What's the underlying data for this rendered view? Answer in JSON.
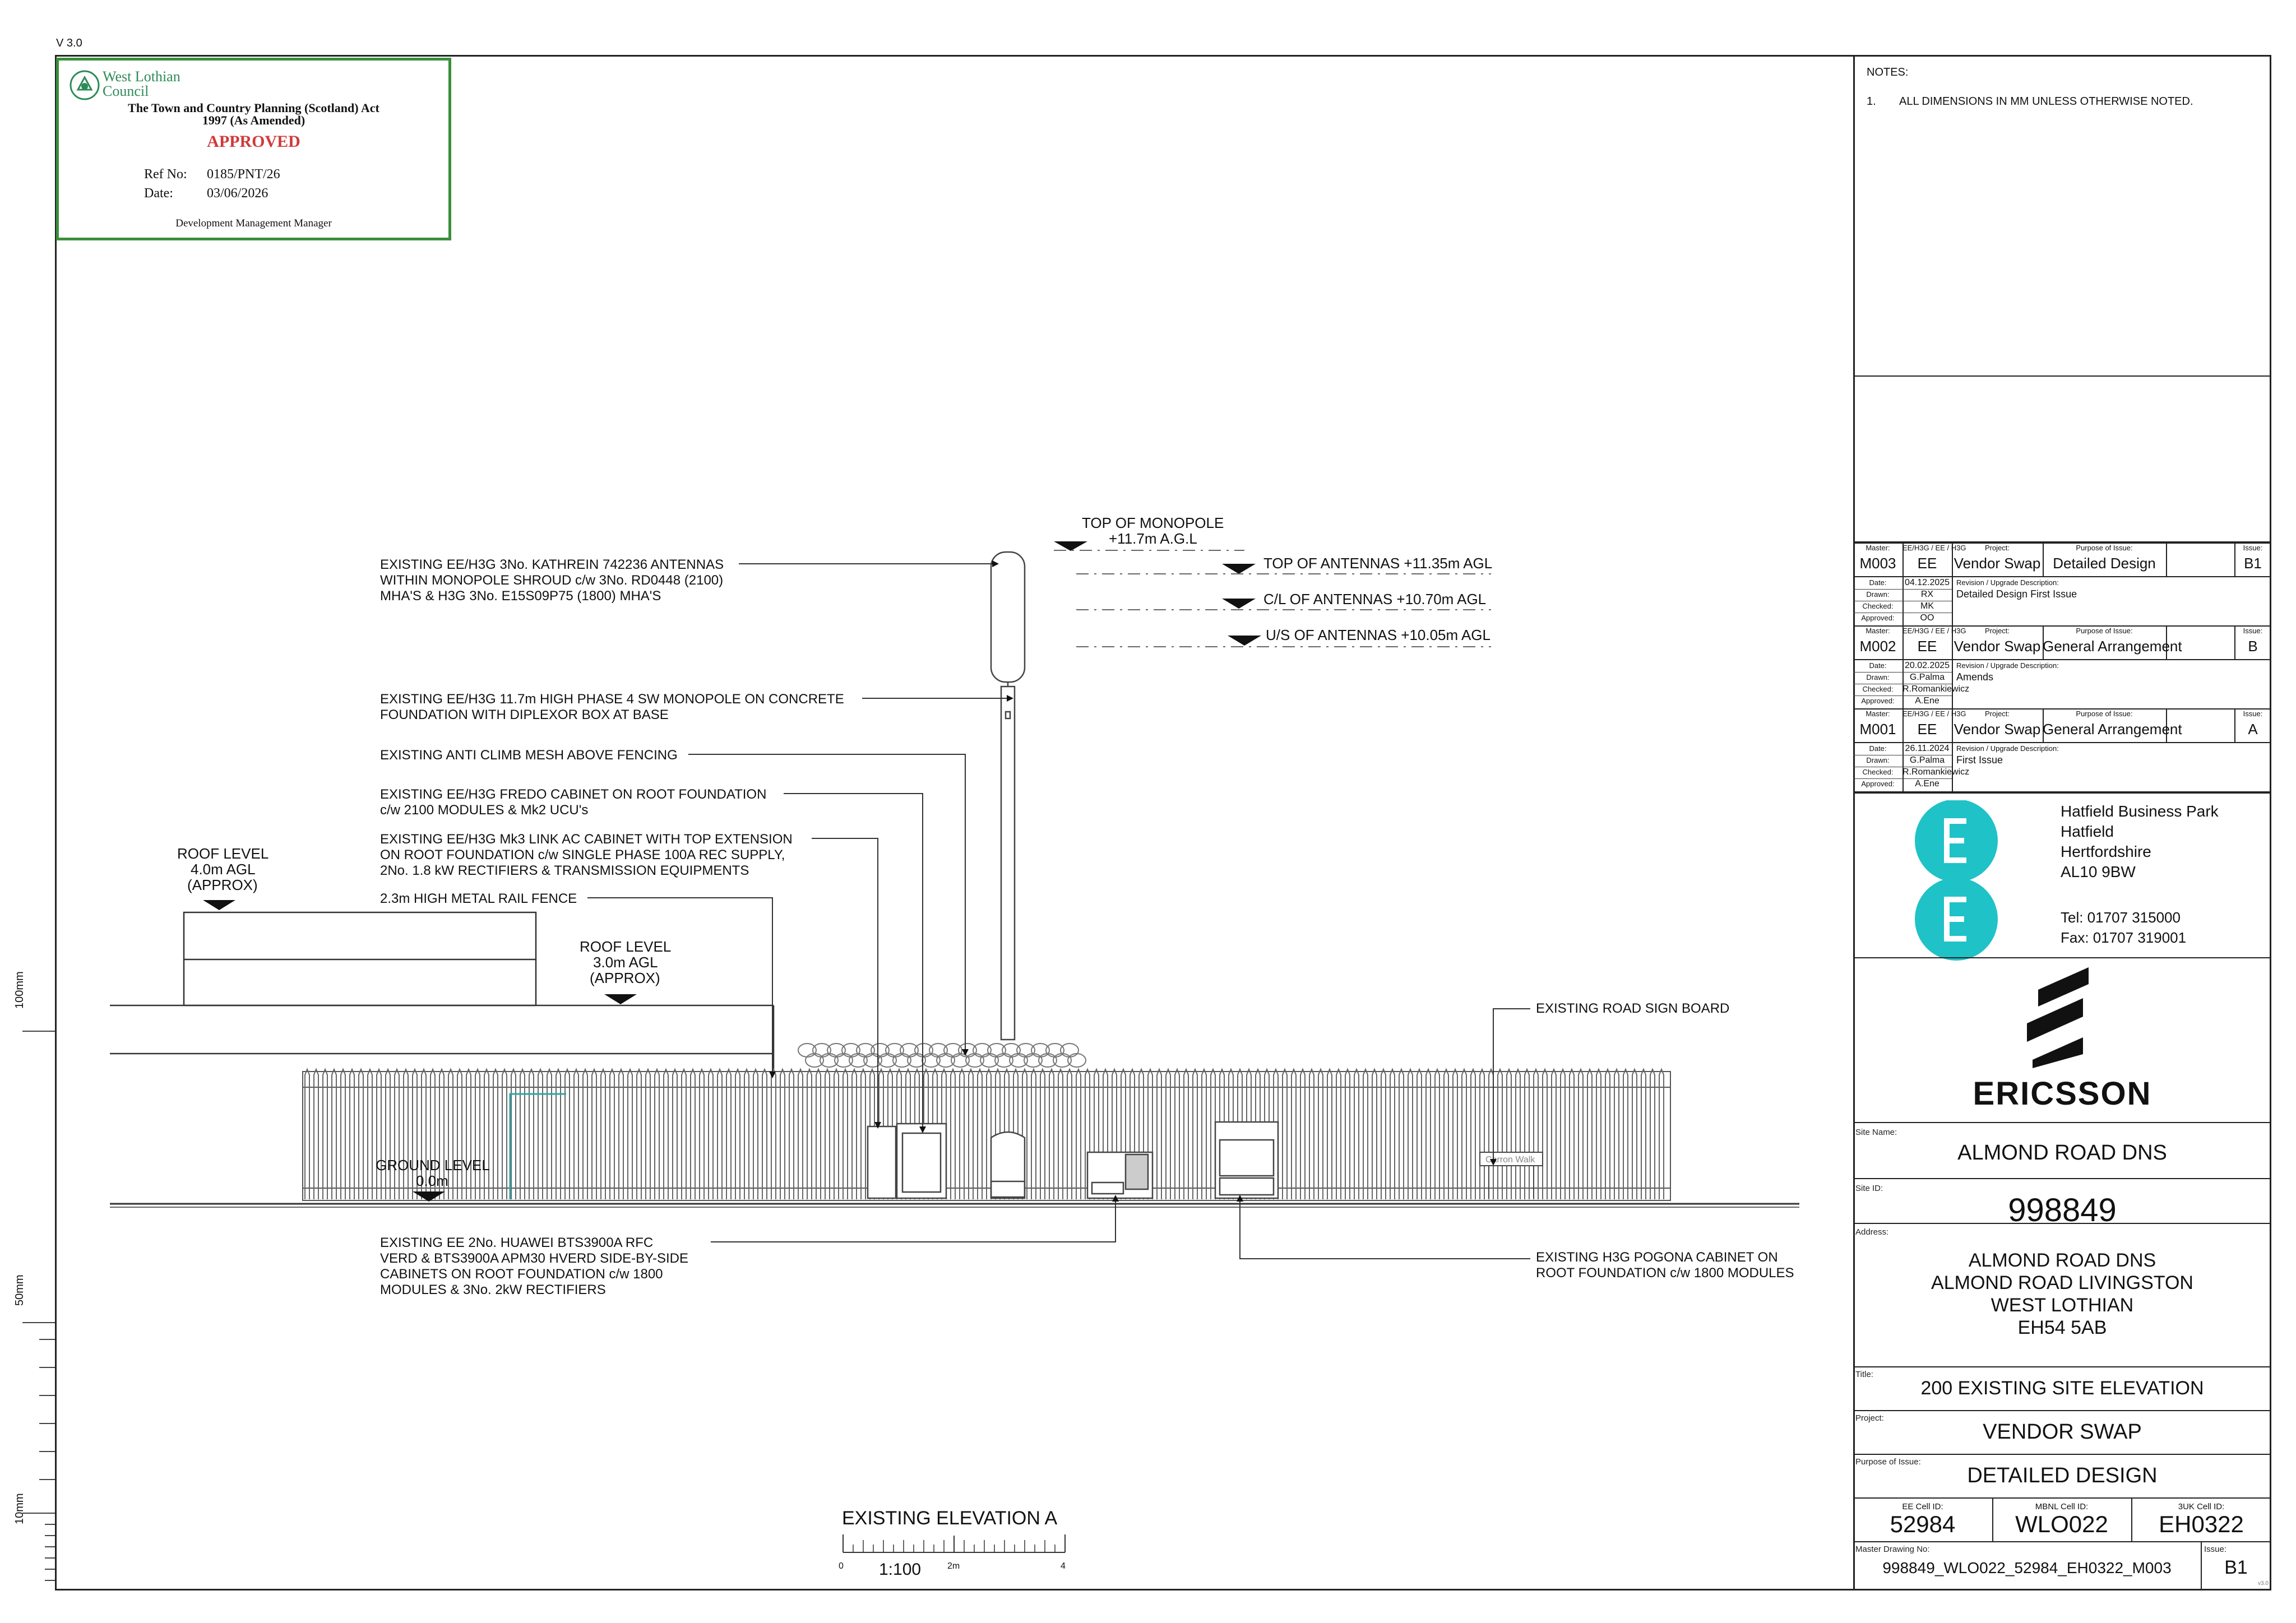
{
  "version": "V 3.0",
  "stamp": {
    "org_line1": "West Lothian",
    "org_line2": "Council",
    "act_line1": "The Town and Country Planning (Scotland) Act",
    "act_line2": "1997 (As Amended)",
    "status": "APPROVED",
    "ref_label": "Ref No:",
    "ref_value": "0185/PNT/26",
    "date_label": "Date:",
    "date_value": "03/06/2026",
    "signatory": "Development Management Manager"
  },
  "notes": {
    "heading": "NOTES:",
    "items": [
      {
        "num": "1.",
        "text": "ALL DIMENSIONS IN MM UNLESS OTHERWISE NOTED."
      }
    ]
  },
  "labels": {
    "master": "Master:",
    "operator": "EE/H3G / EE / H3G",
    "project": "Project:",
    "purpose": "Purpose of Issue:",
    "issue": "Issue:",
    "date": "Date:",
    "drawn": "Drawn:",
    "checked": "Checked:",
    "approved": "Approved:",
    "revision_desc": "Revision / Upgrade Description:"
  },
  "revisions": [
    {
      "master": "M003",
      "operator": "EE",
      "project": "Vendor Swap",
      "purpose": "Detailed Design",
      "issue": "B1",
      "date": "04.12.2025",
      "drawn": "RX",
      "checked": "MK",
      "approved": "OO",
      "description": "Detailed Design First Issue"
    },
    {
      "master": "M002",
      "operator": "EE",
      "project": "Vendor Swap",
      "purpose": "General Arrangement",
      "issue": "B",
      "date": "20.02.2025",
      "drawn": "G.Palma",
      "checked": "R.Romankiewicz",
      "approved": "A.Ene",
      "description": "Amends"
    },
    {
      "master": "M001",
      "operator": "EE",
      "project": "Vendor Swap",
      "purpose": "General Arrangement",
      "issue": "A",
      "date": "26.11.2024",
      "drawn": "G.Palma",
      "checked": "R.Romankiewicz",
      "approved": "A.Ene",
      "description": "First Issue"
    }
  ],
  "address_block": {
    "lines": [
      "Hatfield Business Park",
      "Hatfield",
      "Hertfordshire",
      "AL10 9BW"
    ],
    "tel": "Tel: 01707 315000",
    "fax": "Fax: 01707 319001"
  },
  "ericsson_word": "ERICSSON",
  "site": {
    "name_label": "Site Name:",
    "name": "ALMOND ROAD DNS",
    "id_label": "Site ID:",
    "id": "998849",
    "address_label": "Address:",
    "address_lines": [
      "ALMOND ROAD DNS",
      "ALMOND ROAD LIVINGSTON",
      "WEST LOTHIAN",
      "EH54 5AB"
    ],
    "title_label": "Title:",
    "title": "200 EXISTING SITE ELEVATION",
    "project_label": "Project:",
    "project": "VENDOR SWAP",
    "purpose_label": "Purpose of Issue:",
    "purpose": "DETAILED DESIGN",
    "ee_cell_label": "EE Cell ID:",
    "ee_cell": "52984",
    "mbnl_cell_label": "MBNL Cell ID:",
    "mbnl_cell": "WLO022",
    "uk3_cell_label": "3UK Cell ID:",
    "uk3_cell": "EH0322",
    "master_drawing_label": "Master Drawing No:",
    "master_drawing": "998849_WLO022_52984_EH0322_M003",
    "issue_label": "Issue:",
    "issue": "B1",
    "tiny": "v3.0"
  },
  "drawing": {
    "elevation_title": "EXISTING ELEVATION A",
    "scale": "1:100",
    "scale_ticks": [
      "0",
      "2m",
      "4"
    ],
    "ruler_marks": [
      "100mm",
      "50mm",
      "10mm"
    ],
    "levels": {
      "monopole_top": [
        "TOP OF MONOPOLE",
        "+11.7m A.G.L"
      ],
      "antenna_top": "TOP OF ANTENNAS +11.35m AGL",
      "antenna_cl": "C/L OF ANTENNAS +10.70m AGL",
      "antenna_us": "U/S OF ANTENNAS +10.05m AGL",
      "roof1": [
        "ROOF LEVEL",
        "4.0m AGL",
        "(APPROX)"
      ],
      "roof2": [
        "ROOF LEVEL",
        "3.0m AGL",
        "(APPROX)"
      ],
      "ground": [
        "GROUND LEVEL",
        "0.0m"
      ]
    },
    "annotations": {
      "antennas": [
        "EXISTING EE/H3G 3No. KATHREIN 742236 ANTENNAS",
        "WITHIN MONOPOLE SHROUD c/w 3No. RD0448 (2100)",
        "MHA'S & H3G 3No. E15S09P75 (1800) MHA'S"
      ],
      "monopole": [
        "EXISTING EE/H3G 11.7m HIGH PHASE 4 SW MONOPOLE ON CONCRETE",
        "FOUNDATION WITH DIPLEXOR BOX AT BASE"
      ],
      "mesh": [
        "EXISTING ANTI CLIMB MESH ABOVE FENCING"
      ],
      "fredo": [
        "EXISTING EE/H3G FREDO CABINET ON ROOT FOUNDATION",
        "c/w 2100 MODULES & Mk2 UCU's"
      ],
      "mk3": [
        "EXISTING EE/H3G Mk3 LINK AC CABINET WITH TOP EXTENSION",
        "ON ROOT FOUNDATION c/w SINGLE PHASE 100A REC SUPPLY,",
        "2No. 1.8 kW RECTIFIERS & TRANSMISSION EQUIPMENTS"
      ],
      "fence": [
        "2.3m HIGH METAL RAIL FENCE"
      ],
      "huawei": [
        "EXISTING EE 2No. HUAWEI BTS3900A RFC",
        "VERD & BTS3900A APM30 HVERD SIDE-BY-SIDE",
        "CABINETS ON ROOT FOUNDATION c/w 1800",
        "MODULES & 3No. 2kW RECTIFIERS"
      ],
      "pogona": [
        "EXISTING H3G POGONA CABINET ON",
        "ROOT FOUNDATION c/w 1800 MODULES"
      ],
      "sign": [
        "EXISTING ROAD SIGN BOARD"
      ],
      "sign_text": "Carron Walk"
    }
  }
}
